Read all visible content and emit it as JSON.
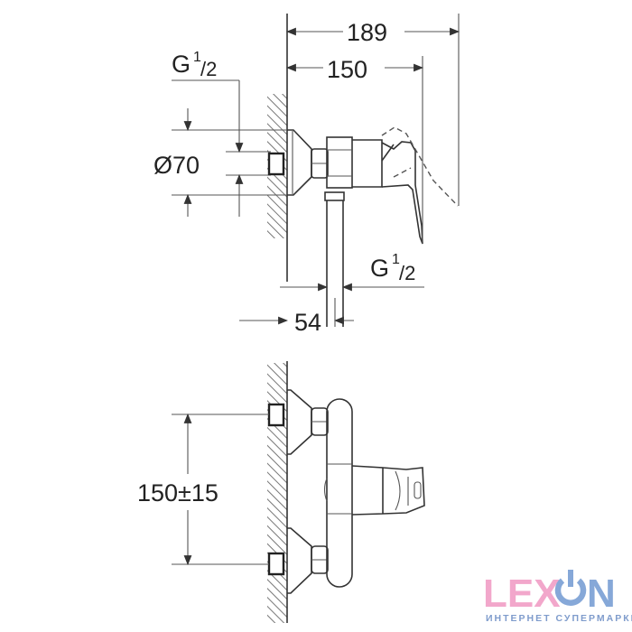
{
  "dimensions": {
    "overall_length": "189",
    "body_length": "150",
    "inlet_thread_top": {
      "main": "G",
      "sup": "1",
      "sub": "/2"
    },
    "flange_diameter": "Ø70",
    "outlet_thread": {
      "main": "G",
      "sup": "1",
      "sub": "/2"
    },
    "outlet_offset": "54",
    "center_distance": "150±15"
  },
  "logo": {
    "name": "LEXON",
    "part1": "LEX",
    "part2": "N",
    "tagline": "ИНТЕРНЕТ СУПЕРМАРКЕТ",
    "colors": {
      "pink": "#f2a7cb",
      "blue": "#86a8d8",
      "tagline": "#7f9ccc"
    }
  }
}
